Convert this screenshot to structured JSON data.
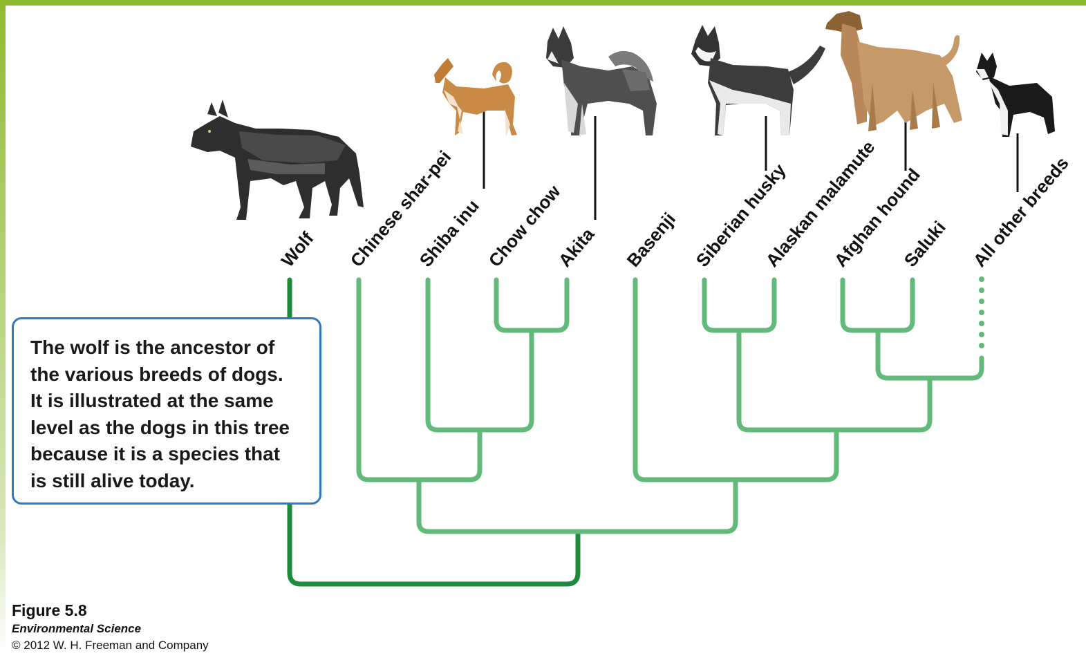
{
  "tree": {
    "leaves": [
      "Wolf",
      "Chinese shar-pei",
      "Shiba inu",
      "Chow chow",
      "Akita",
      "Basenji",
      "Siberian husky",
      "Alaskan malamute",
      "Afghan hound",
      "Saluki",
      "All other breeds"
    ],
    "illustrated_animals": [
      "wolf",
      "shiba-inu",
      "akita",
      "siberian-husky",
      "afghan-hound",
      "boston-terrier"
    ],
    "colors": {
      "ancestor_branch": "#1f8a3c",
      "dog_branches": "#63b97a",
      "callout_border": "#2f79c0",
      "frame": "#8dbb2e"
    }
  },
  "callout": {
    "lines": [
      "The wolf is the ancestor of",
      "the various breeds of dogs.",
      "It is illustrated at the same",
      "level as the dogs in this tree",
      "because it is a species that",
      "is still alive today."
    ]
  },
  "caption": {
    "figure": "Figure 5.8",
    "book": "Environmental Science",
    "copyright": "© 2012 W. H. Freeman and Company"
  }
}
